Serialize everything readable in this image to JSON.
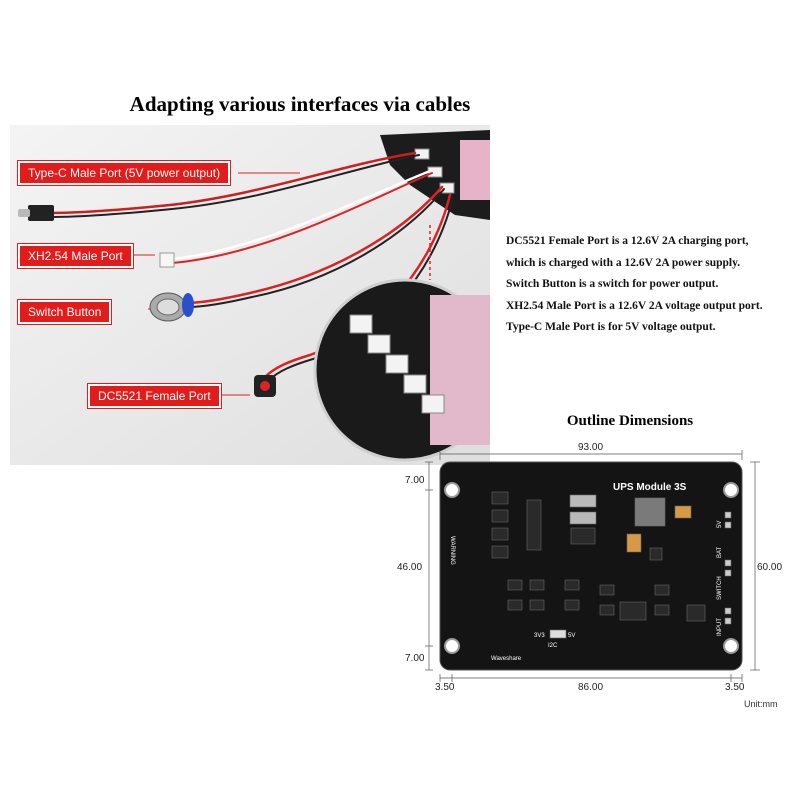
{
  "title": "Adapting various interfaces via cables",
  "callouts": {
    "type_c": "Type-C Male Port (5V power output)",
    "xh254": "XH2.54 Male Port",
    "switch": "Switch Button",
    "dc5521": "DC5521 Female Port"
  },
  "description": [
    "DC5521 Female Port is a 12.6V 2A charging port,",
    "which is charged with a 12.6V 2A power supply.",
    "Switch Button is a switch for power output.",
    "XH2.54 Male Port is a 12.6V 2A voltage output port.",
    "Type-C Male Port is for 5V voltage output."
  ],
  "dimensions": {
    "title": "Outline Dimensions",
    "width": "93.00",
    "height": "60.00",
    "hole_span": "86.00",
    "left_offset": "3.50",
    "right_offset": "3.50",
    "top_offset": "7.00",
    "middle_span": "46.00",
    "bottom_offset": "7.00",
    "unit": "Unit:mm"
  },
  "board": {
    "name": "UPS Module 3S",
    "brand": "Waveshare",
    "label_3v3": "3V3",
    "label_5v": "5V",
    "label_i2c": "I2C",
    "label_warning": "WARNING",
    "label_5v_side": "5V",
    "label_bat": "BAT",
    "label_switch": "SWITCH",
    "label_input": "INPUT"
  }
}
